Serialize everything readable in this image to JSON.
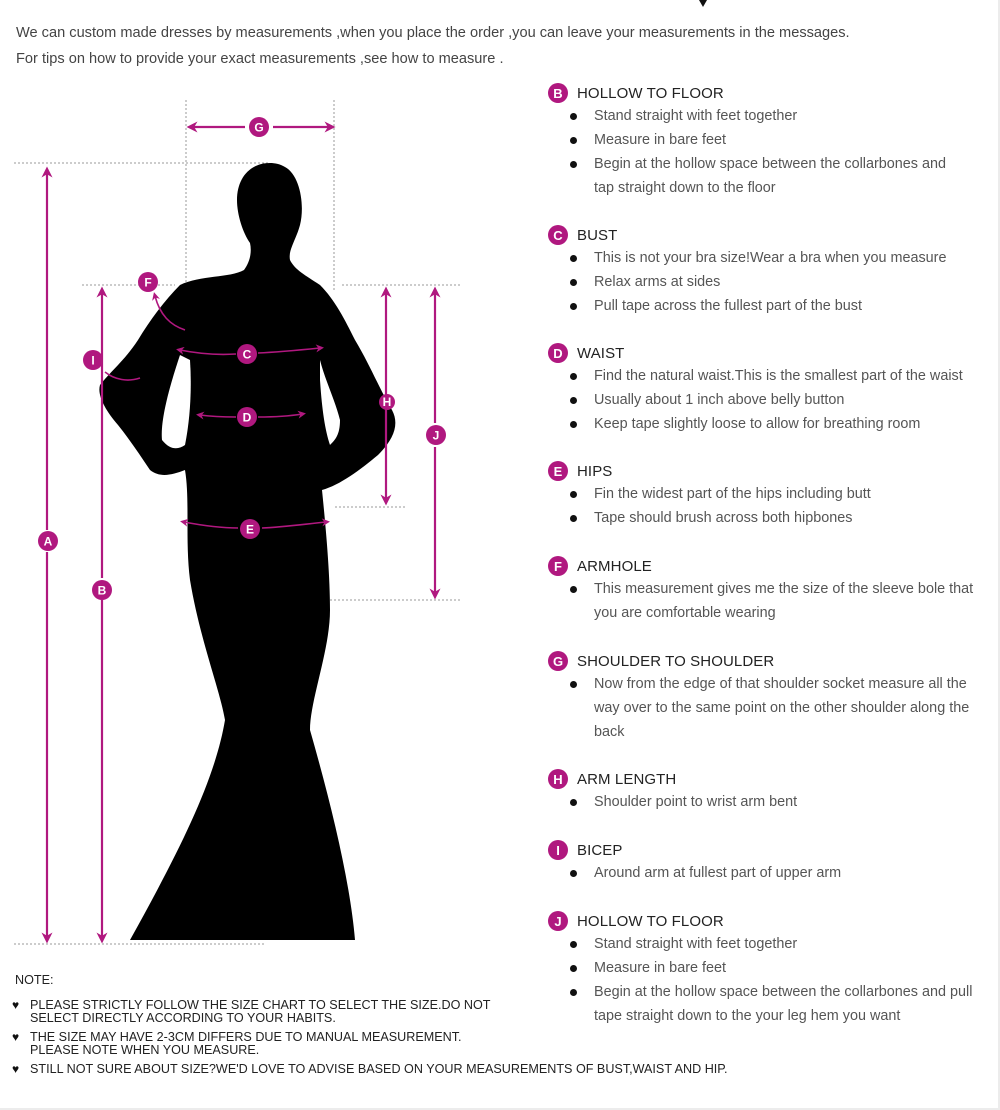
{
  "intro": {
    "line1": "We can custom made dresses by measurements ,when you place the order ,you can leave your measurements in the messages.",
    "line2": "For tips on how to provide your exact measurements ,see how to measure ."
  },
  "accent_color": "#b0187f",
  "figure": {
    "markers": [
      "A",
      "B",
      "C",
      "D",
      "E",
      "F",
      "G",
      "H",
      "I",
      "J"
    ]
  },
  "sections": [
    {
      "badge": "B",
      "title": "HOLLOW TO FLOOR",
      "items": [
        "Stand straight with feet together",
        "Measure in bare feet",
        "Begin at the hollow space between the  collarbones and",
        "tap straight down to the floor"
      ]
    },
    {
      "badge": "C",
      "title": "BUST",
      "items": [
        "This is not your bra size!Wear a bra when you measure",
        "Relax arms at sides",
        "Pull tape across the fullest part of the bust"
      ]
    },
    {
      "badge": "D",
      "title": "WAIST",
      "items": [
        "Find the natural waist.This is the smallest part of the waist",
        "Usually about 1 inch above belly button",
        "Keep tape slightly loose to allow for breathing room"
      ]
    },
    {
      "badge": "E",
      "title": "HIPS",
      "items": [
        "Fin the widest part of the hips including butt",
        "Tape should brush across both hipbones"
      ]
    },
    {
      "badge": "F",
      "title": "ARMHOLE",
      "items": [
        "This measurement gives me the size of the sleeve bole that",
        "you are comfortable wearing"
      ]
    },
    {
      "badge": "G",
      "title": "SHOULDER TO SHOULDER",
      "items": [
        "Now from the edge of that shoulder socket measure all the",
        "way over to the same point on the other shoulder along the",
        "back"
      ]
    },
    {
      "badge": "H",
      "title": "ARM LENGTH",
      "items": [
        "Shoulder point to wrist arm bent"
      ]
    },
    {
      "badge": "I",
      "title": "BICEP",
      "items": [
        "Around arm at fullest part of upper arm"
      ]
    },
    {
      "badge": "J",
      "title": "HOLLOW TO FLOOR",
      "items": [
        "Stand straight with feet together",
        "Measure in bare feet",
        "Begin at the hollow space between the collarbones and pull",
        "tape straight down to the your leg hem you want"
      ]
    }
  ],
  "notes": {
    "label": "NOTE:",
    "items": [
      {
        "line1": "PLEASE STRICTLY FOLLOW THE SIZE CHART TO SELECT THE SIZE.DO NOT",
        "line2": "SELECT DIRECTLY ACCORDING TO YOUR HABITS."
      },
      {
        "line1": "THE SIZE MAY HAVE 2-3CM DIFFERS DUE TO MANUAL MEASUREMENT.",
        "line2": "PLEASE NOTE WHEN YOU MEASURE."
      },
      {
        "line1": "STILL NOT SURE ABOUT SIZE?WE'D LOVE TO ADVISE BASED ON YOUR MEASUREMENTS OF BUST,WAIST AND HIP.",
        "line2": ""
      }
    ]
  }
}
